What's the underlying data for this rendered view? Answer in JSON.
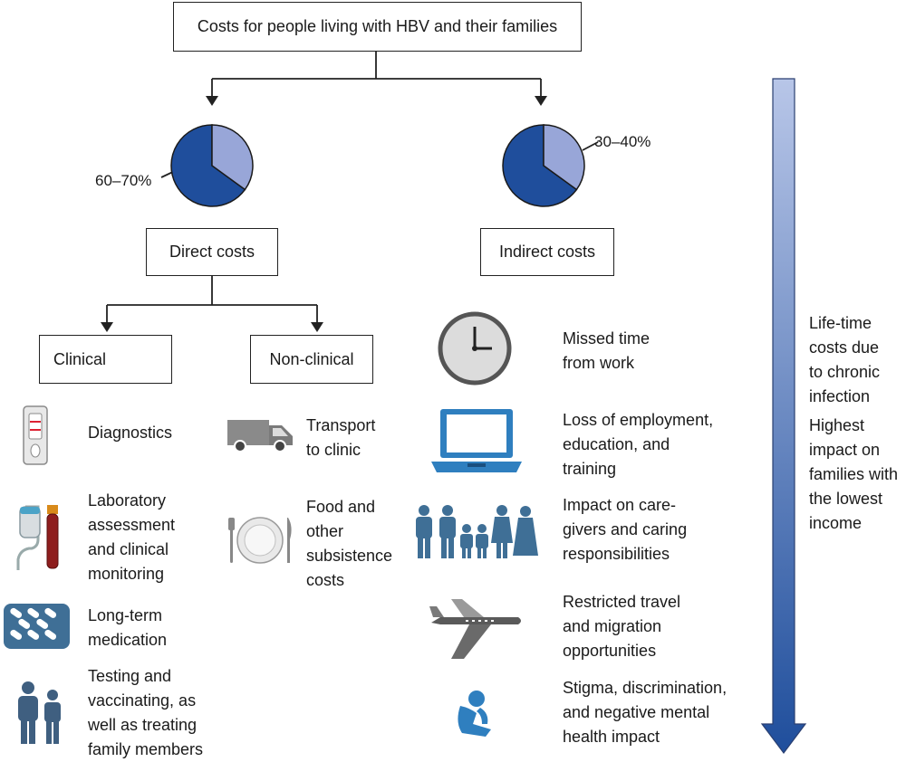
{
  "title": "Costs for people living with HBV and their families",
  "direct": {
    "label": "Direct costs",
    "pct": "60–70%"
  },
  "indirect": {
    "label": "Indirect costs",
    "pct": "30–40%"
  },
  "clinical": {
    "label": "Clinical",
    "items": [
      {
        "icon": "test-strip-icon",
        "text": "Diagnostics"
      },
      {
        "icon": "ultrasound-blood-tube-icon",
        "text": "Laboratory\nassessment\nand clinical\nmonitoring"
      },
      {
        "icon": "pill-pack-icon",
        "text": "Long-term\nmedication"
      },
      {
        "icon": "family-members-icon",
        "text": "Testing and\nvaccinating, as\nwell as treating\nfamily members"
      }
    ]
  },
  "nonclinical": {
    "label": "Non-clinical",
    "items": [
      {
        "icon": "van-icon",
        "text": "Transport\nto clinic"
      },
      {
        "icon": "plate-cutlery-icon",
        "text": "Food and\nother\nsubsistence\ncosts"
      }
    ]
  },
  "indirect_items": [
    {
      "icon": "clock-icon",
      "text": "Missed time\nfrom work"
    },
    {
      "icon": "laptop-icon",
      "text": "Loss of employment,\neducation, and\ntraining"
    },
    {
      "icon": "family-group-icon",
      "text": "Impact on care-\ngivers and caring\nresponsibilities"
    },
    {
      "icon": "airplane-icon",
      "text": "Restricted travel\nand migration\nopportunities"
    },
    {
      "icon": "distressed-person-icon",
      "text": "Stigma, discrimination,\nand negative mental\nhealth impact"
    }
  ],
  "gradient_arrow": {
    "text1": "Life-time\ncosts due\nto chronic\ninfection",
    "text2": "Highest\nimpact on\nfamilies with\nthe lowest\nincome"
  },
  "chart_data": [
    {
      "type": "pie",
      "labels": [
        "Direct costs",
        "Indirect costs"
      ],
      "values": [
        65,
        35
      ],
      "annotation": "60–70%"
    },
    {
      "type": "pie",
      "labels": [
        "Direct costs",
        "Indirect costs"
      ],
      "values": [
        65,
        35
      ],
      "annotation": "30–40%"
    }
  ],
  "colors": {
    "dark_blue": "#1f4e9c",
    "light_blue": "#98a6d8",
    "icon_gray": "#6b6b6b",
    "icon_blue": "#3f6f96",
    "laptop_blue": "#2f7fbf"
  }
}
